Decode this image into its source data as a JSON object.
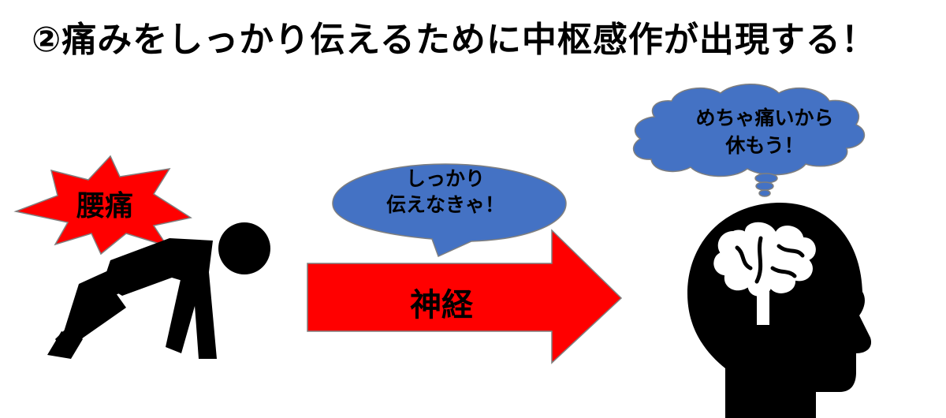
{
  "title": "②痛みをしっかり伝えるために中枢感作が出現する！",
  "pain_burst": {
    "label": "腰痛"
  },
  "arrow": {
    "label": "神経"
  },
  "speech_bubble": {
    "line1": "しっかり",
    "line2": "伝えなきゃ！"
  },
  "thought_bubble": {
    "line1": "めちゃ痛いから",
    "line2": "休もう！"
  },
  "colors": {
    "red": "#ff0000",
    "blue": "#4472c4",
    "outline": "#7f7f7f",
    "black": "#000000"
  },
  "icons": [
    "crouching-person-icon",
    "head-with-brain-icon"
  ]
}
